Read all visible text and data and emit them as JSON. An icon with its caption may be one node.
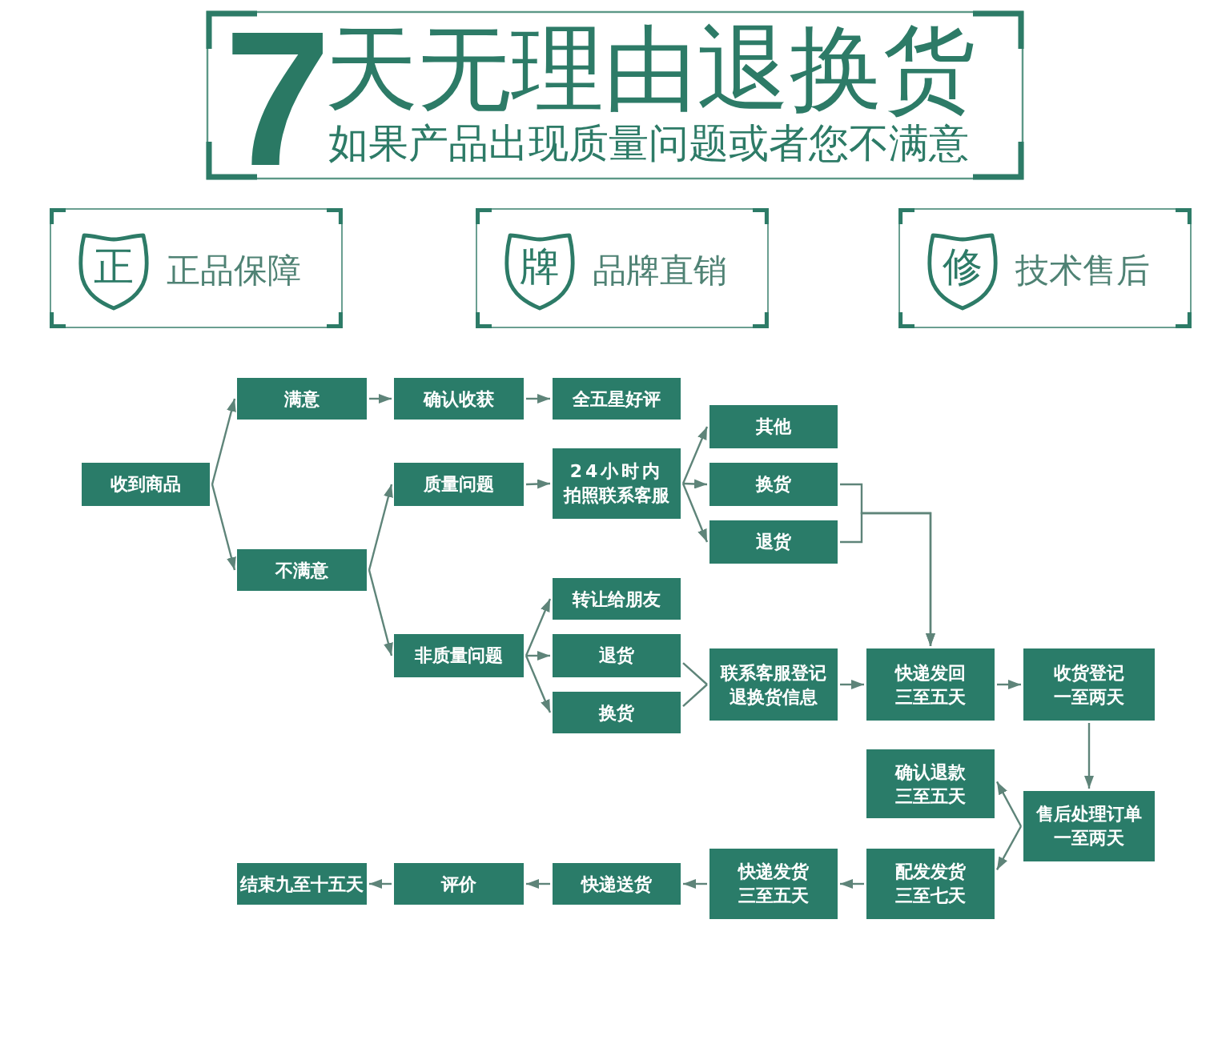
{
  "diagram": {
    "title": "天无理由退换货",
    "nodes": [
      {
        "text": [
          "正品保障"
        ]
      },
      {
        "text": [
          "正"
        ],
        "in": 0
      },
      {
        "text": [
          "品牌直销"
        ]
      },
      {
        "text": [
          "牌"
        ],
        "in": 2
      },
      {
        "text": [
          "技术售后"
        ]
      },
      {
        "text": [
          "修"
        ],
        "in": 4
      },
      {
        "text": [
          "收到商品"
        ]
      },
      {
        "text": [
          "满意"
        ]
      },
      {
        "text": [
          "确认收获"
        ]
      },
      {
        "text": [
          "全五星好评"
        ]
      },
      {
        "text": [
          "质量问题"
        ]
      },
      {
        "text": [
          "24小时内拍照联系客服"
        ]
      },
      {
        "text": [
          "其他"
        ]
      },
      {
        "text": [
          "换货"
        ]
      },
      {
        "text": [
          "退货"
        ]
      },
      {
        "text": [
          "不满意"
        ]
      },
      {
        "text": [
          "转让给朋友"
        ]
      },
      {
        "text": [
          "非质量问题"
        ]
      },
      {
        "text": [
          "退货"
        ]
      },
      {
        "text": [
          "换货"
        ]
      },
      {
        "text": [
          "联系客服登记退换货信息"
        ]
      },
      {
        "text": [
          "快递发回三至五天"
        ]
      },
      {
        "text": [
          "收货登记一至两天"
        ]
      },
      {
        "text": [
          "确认退款三至五天"
        ]
      },
      {
        "text": [
          "售后处理订单一至两天"
        ]
      },
      {
        "text": [
          "结束九至十五天"
        ]
      },
      {
        "text": [
          "评价"
        ]
      },
      {
        "text": [
          "快递送货"
        ]
      },
      {
        "text": [
          "快递发货三至五天"
        ]
      },
      {
        "text": [
          "配发发货三至七天"
        ]
      }
    ],
    "edges": [
      {
        "from": 6,
        "to": 7,
        "arrow": "to"
      },
      {
        "from": 6,
        "to": 15,
        "arrow": "to"
      },
      {
        "from": 7,
        "to": 8,
        "arrow": "to"
      },
      {
        "from": 8,
        "to": 9,
        "arrow": "to"
      },
      {
        "from": 15,
        "to": 10,
        "arrow": "to"
      },
      {
        "from": 15,
        "to": 17,
        "arrow": "to"
      },
      {
        "from": 10,
        "to": 11,
        "arrow": "to"
      },
      {
        "from": 11,
        "to": 12,
        "arrow": "to"
      },
      {
        "from": 11,
        "to": 13,
        "arrow": "to"
      },
      {
        "from": 11,
        "to": 14,
        "arrow": "to"
      },
      {
        "from": 17,
        "to": 16,
        "arrow": "to"
      },
      {
        "from": 17,
        "to": 18,
        "arrow": "to"
      },
      {
        "from": 17,
        "to": 19,
        "arrow": "to"
      },
      {
        "from": 13,
        "to": 21,
        "arrow": "to"
      },
      {
        "from": 14,
        "to": 21,
        "arrow": "to"
      },
      {
        "from": 18,
        "to": 20,
        "arrow": "none"
      },
      {
        "from": 19,
        "to": 20,
        "arrow": "none"
      },
      {
        "from": 20,
        "to": 21,
        "arrow": "to"
      },
      {
        "from": 21,
        "to": 22,
        "arrow": "to"
      },
      {
        "from": 22,
        "to": 24,
        "arrow": "to"
      },
      {
        "from": 24,
        "to": 23,
        "arrow": "to"
      },
      {
        "from": 24,
        "to": 29,
        "arrow": "to"
      },
      {
        "from": 29,
        "to": 28,
        "arrow": "to"
      },
      {
        "from": 28,
        "to": 27,
        "arrow": "to"
      },
      {
        "from": 27,
        "to": 26,
        "arrow": "to"
      },
      {
        "from": 26,
        "to": 25,
        "arrow": "to"
      }
    ],
    "labels": [
      "7",
      "如果产品出现质量问题或者您不满意"
    ]
  }
}
